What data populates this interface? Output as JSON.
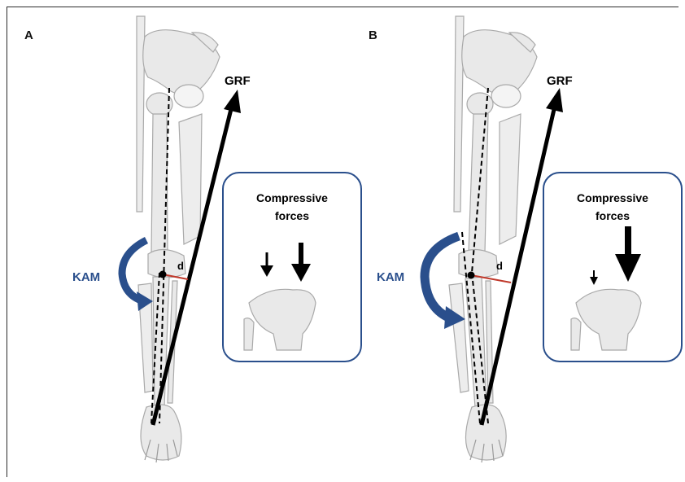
{
  "panels": [
    {
      "letter": "A",
      "grf_label": "GRF",
      "kam_label": "KAM",
      "lever_label": "d",
      "inset_title_line1": "Compressive",
      "inset_title_line2": "forces"
    },
    {
      "letter": "B",
      "grf_label": "GRF",
      "kam_label": "KAM",
      "lever_label": "d",
      "inset_title_line1": "Compressive",
      "inset_title_line2": "forces"
    }
  ],
  "colors": {
    "kam_arrow": "#2a4f8c",
    "kam_text": "#2a4f8c",
    "lever_arm": "#c0392b",
    "inset_border": "#2a4f8c",
    "bone_fill": "#e9e9e9",
    "bone_stroke": "#a9a9a9",
    "force_arrow": "#000000"
  }
}
